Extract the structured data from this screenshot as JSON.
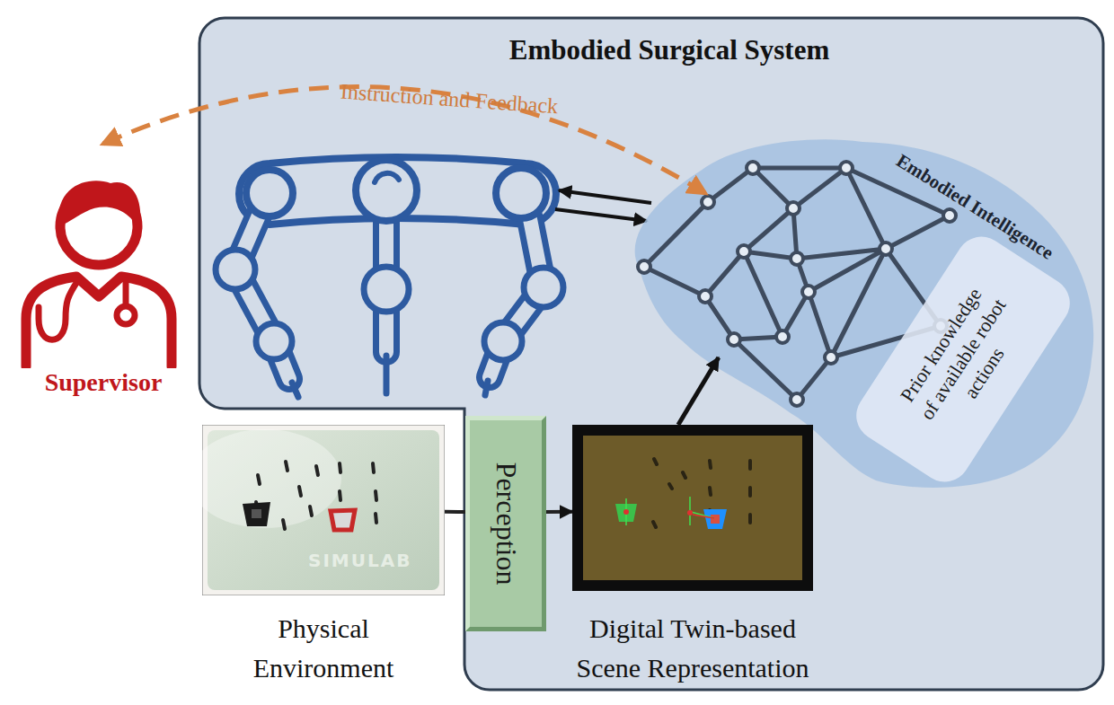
{
  "diagram": {
    "nodes": [
      {
        "text": [
          "Embodied Surgical System"
        ]
      },
      {
        "text": [
          "Embodied Intelligence"
        ],
        "in": 0
      },
      {
        "text": [
          "Prior knowledge of available robot actions"
        ],
        "in": 1
      },
      {
        "text": [
          "Supervisor"
        ]
      },
      {
        "text": [
          "Physical Environment"
        ]
      },
      {
        "text": [
          "Perception"
        ],
        "in": 0
      },
      {
        "text": [
          "Digital Twin-based Scene Representation"
        ],
        "in": 0
      }
    ],
    "edges": [
      {
        "from": 3,
        "to": 1,
        "arrow": "both",
        "label": "Instruction and Feedback"
      },
      {
        "from": 4,
        "to": 5,
        "arrow": "none"
      },
      {
        "from": 5,
        "to": 6,
        "arrow": "to"
      },
      {
        "from": 6,
        "to": 1,
        "arrow": "to"
      }
    ],
    "labels": [
      "SIMULAB"
    ]
  }
}
